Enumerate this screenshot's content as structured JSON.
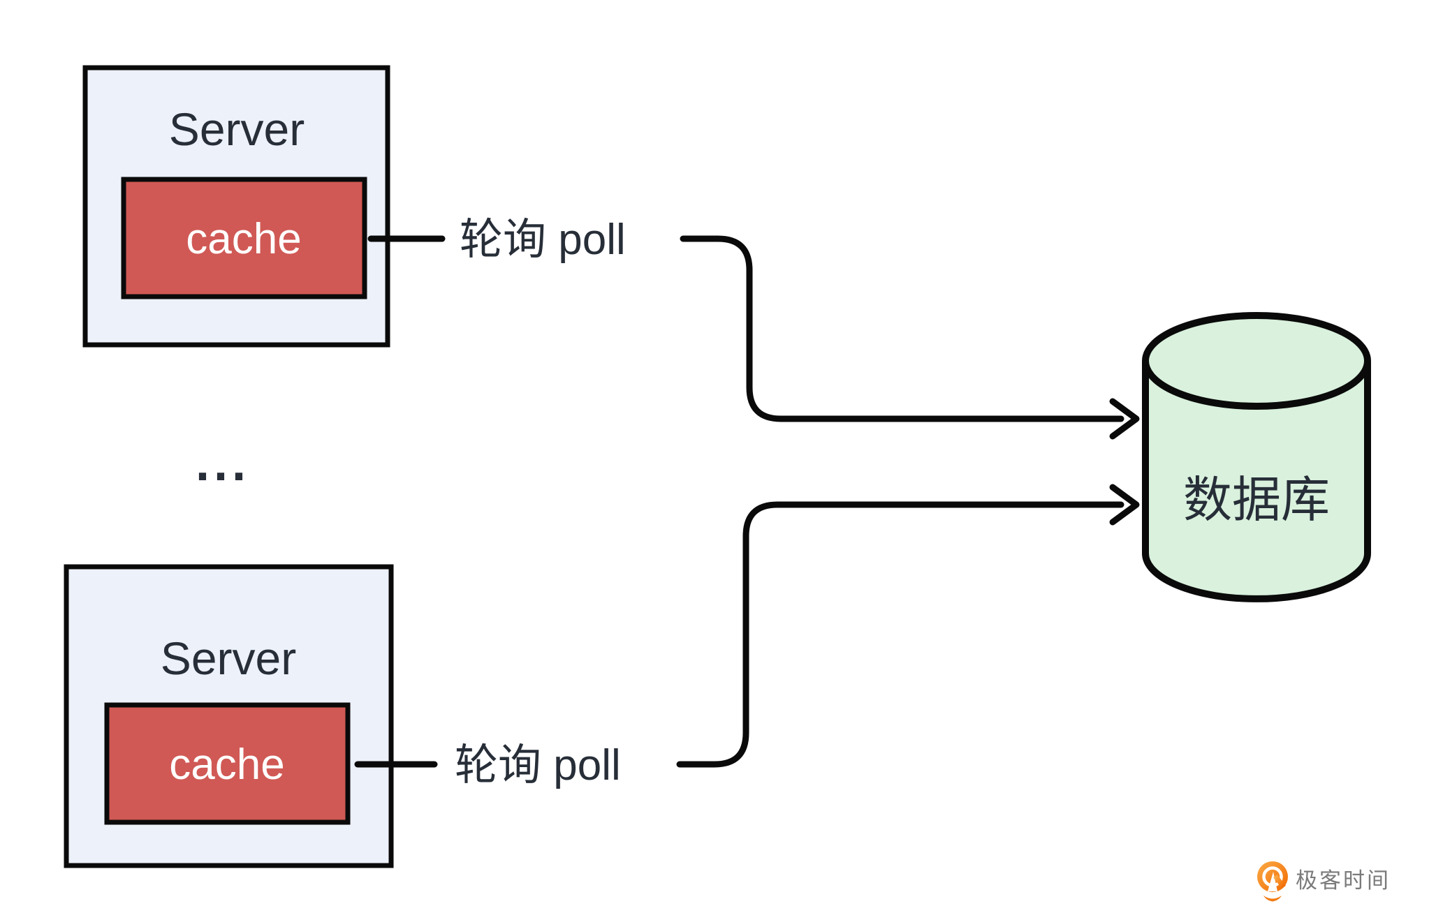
{
  "diagram": {
    "servers": [
      {
        "title": "Server",
        "cache_label": "cache"
      },
      {
        "title": "Server",
        "cache_label": "cache"
      }
    ],
    "polls": [
      {
        "label": "轮询 poll"
      },
      {
        "label": "轮询 poll"
      }
    ],
    "ellipsis": "...",
    "database": {
      "label": "数据库"
    },
    "logo": {
      "text": "极客时间"
    },
    "colors": {
      "server_fill": "#edf1f9",
      "cache_fill": "#d05955",
      "database_fill": "#d9f1dd",
      "stroke": "#0a0a0a",
      "text_dark": "#272e38",
      "logo_orange_start": "#fbaa45",
      "logo_orange_end": "#f16a02",
      "logo_text_gray": "#7a7a7a"
    }
  }
}
